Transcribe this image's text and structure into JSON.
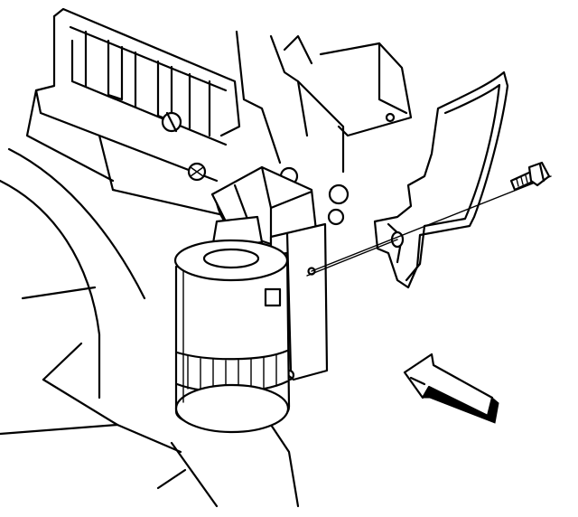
{
  "figure": {
    "kind": "technical line illustration",
    "components": [
      "engine-block",
      "oil-filter",
      "oil-filter-adapter",
      "shield-bracket",
      "shield-bolt",
      "direction-arrow"
    ],
    "colors": {
      "line": "#000000",
      "background": "#ffffff"
    }
  }
}
